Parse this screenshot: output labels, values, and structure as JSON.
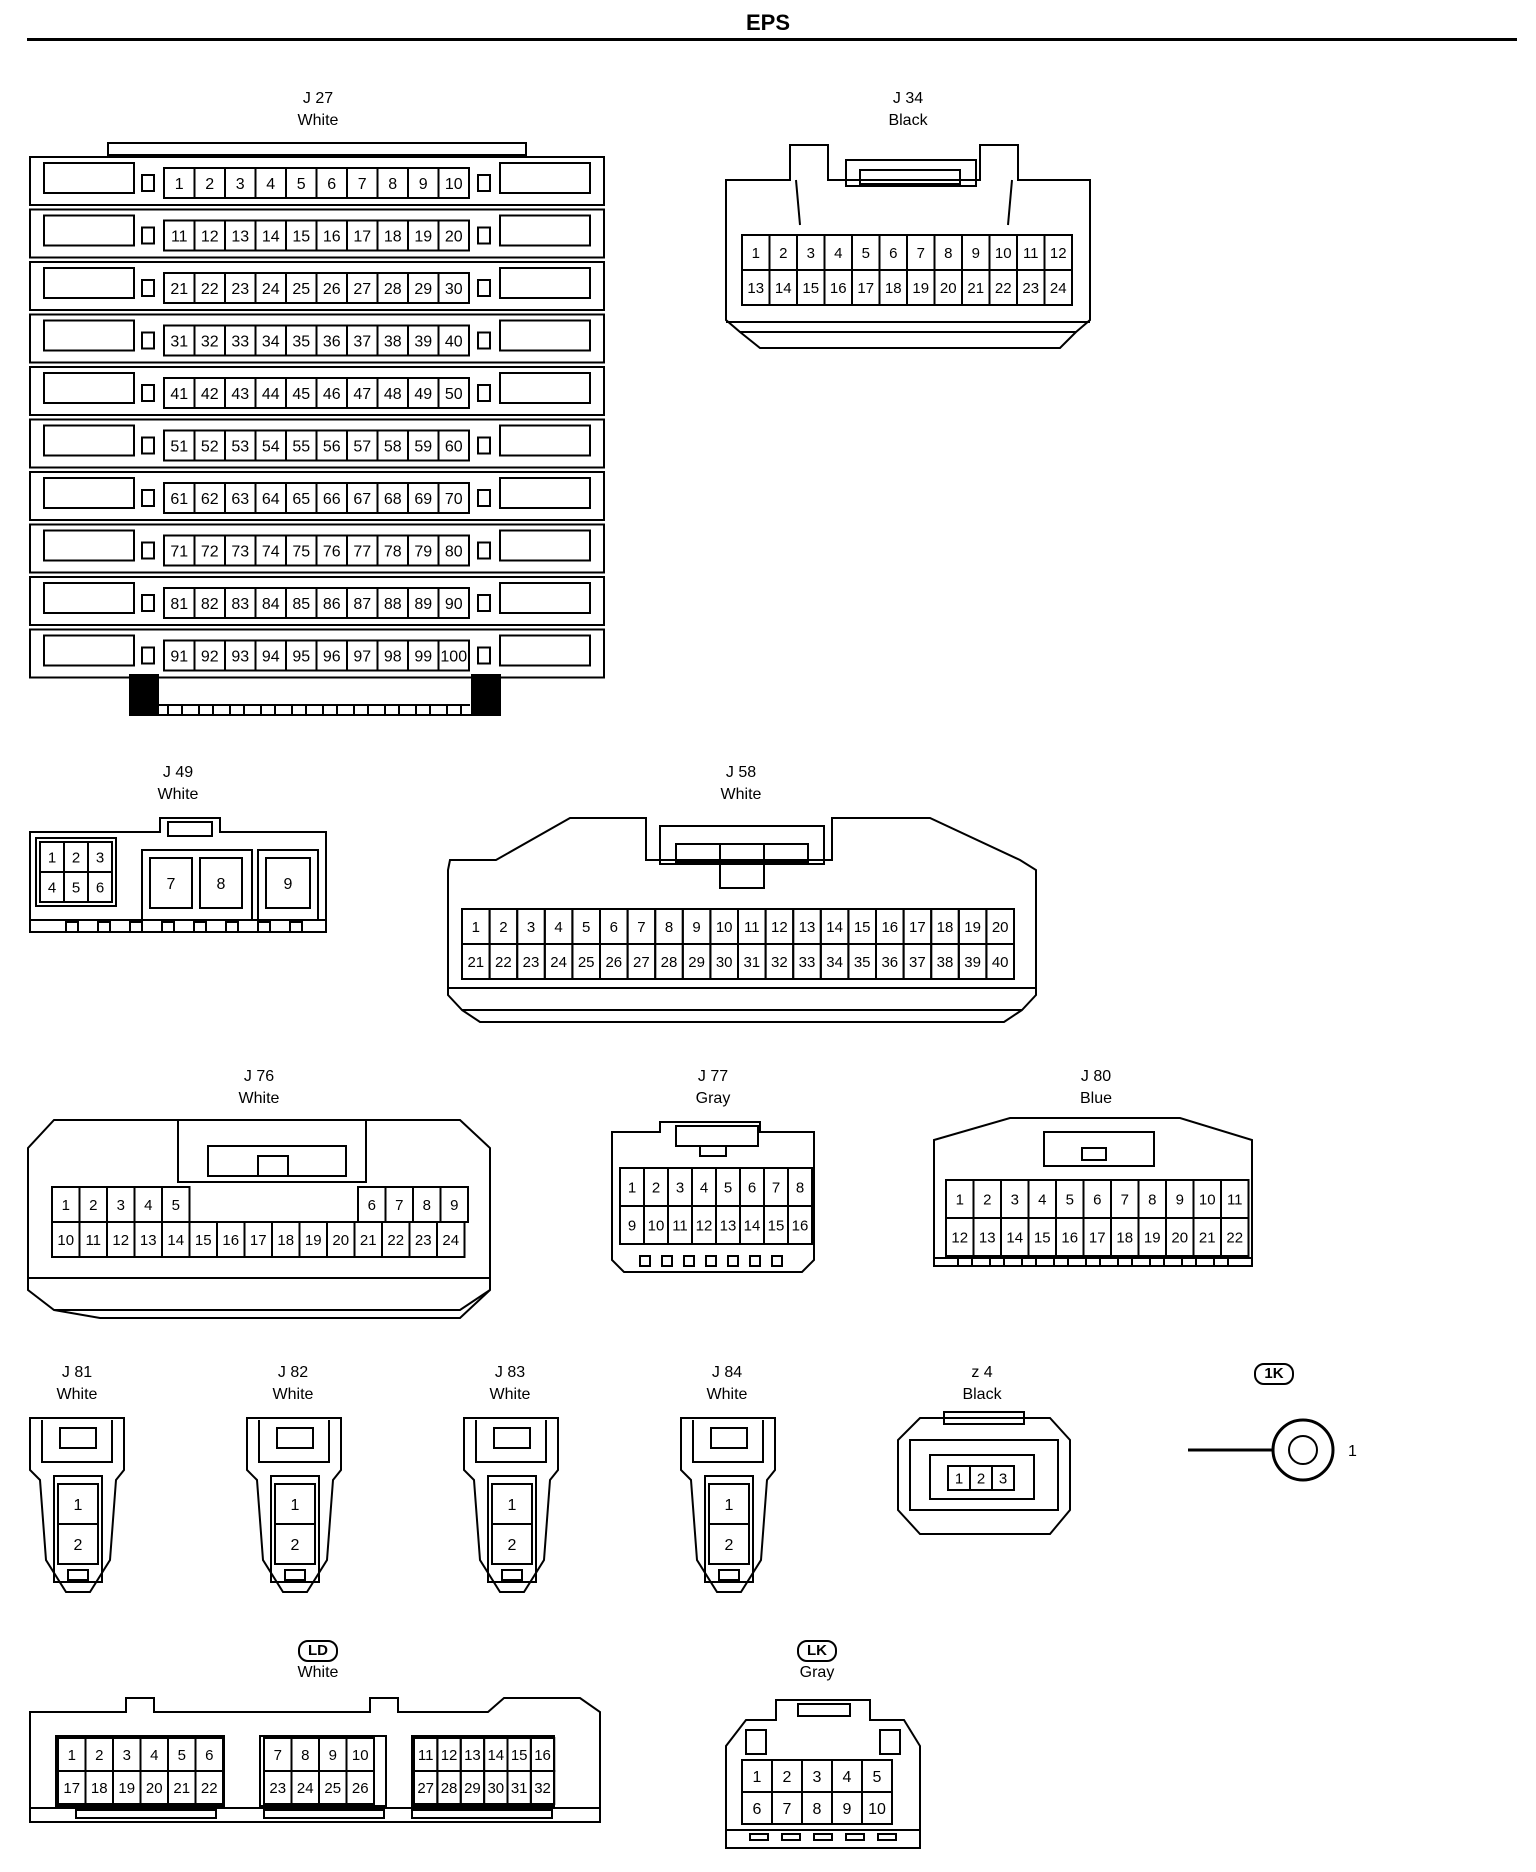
{
  "page": {
    "title": "EPS"
  },
  "connectors": [
    {
      "key": "j27",
      "id": "J 27",
      "color": "White",
      "pins": 100,
      "boxed": false
    },
    {
      "key": "j34",
      "id": "J 34",
      "color": "Black",
      "pins": 24,
      "boxed": false
    },
    {
      "key": "j49",
      "id": "J 49",
      "color": "White",
      "pins": 9,
      "boxed": false
    },
    {
      "key": "j58",
      "id": "J 58",
      "color": "White",
      "pins": 40,
      "boxed": false
    },
    {
      "key": "j76",
      "id": "J 76",
      "color": "White",
      "pins": 24,
      "boxed": false
    },
    {
      "key": "j77",
      "id": "J 77",
      "color": "Gray",
      "pins": 16,
      "boxed": false
    },
    {
      "key": "j80",
      "id": "J 80",
      "color": "Blue",
      "pins": 22,
      "boxed": false
    },
    {
      "key": "j81",
      "id": "J 81",
      "color": "White",
      "pins": 2,
      "boxed": false
    },
    {
      "key": "j82",
      "id": "J 82",
      "color": "White",
      "pins": 2,
      "boxed": false
    },
    {
      "key": "j83",
      "id": "J 83",
      "color": "White",
      "pins": 2,
      "boxed": false
    },
    {
      "key": "j84",
      "id": "J 84",
      "color": "White",
      "pins": 2,
      "boxed": false
    },
    {
      "key": "z4",
      "id": "z 4",
      "color": "Black",
      "pins": 3,
      "boxed": false
    },
    {
      "key": "1k",
      "id": "1K",
      "color": "",
      "pins": 1,
      "boxed": true
    },
    {
      "key": "ld",
      "id": "LD",
      "color": "White",
      "pins": 32,
      "boxed": true
    },
    {
      "key": "lk",
      "id": "LK",
      "color": "Gray",
      "pins": 10,
      "boxed": true
    }
  ],
  "colors": {
    "line": "#000000",
    "background": "#ffffff"
  }
}
